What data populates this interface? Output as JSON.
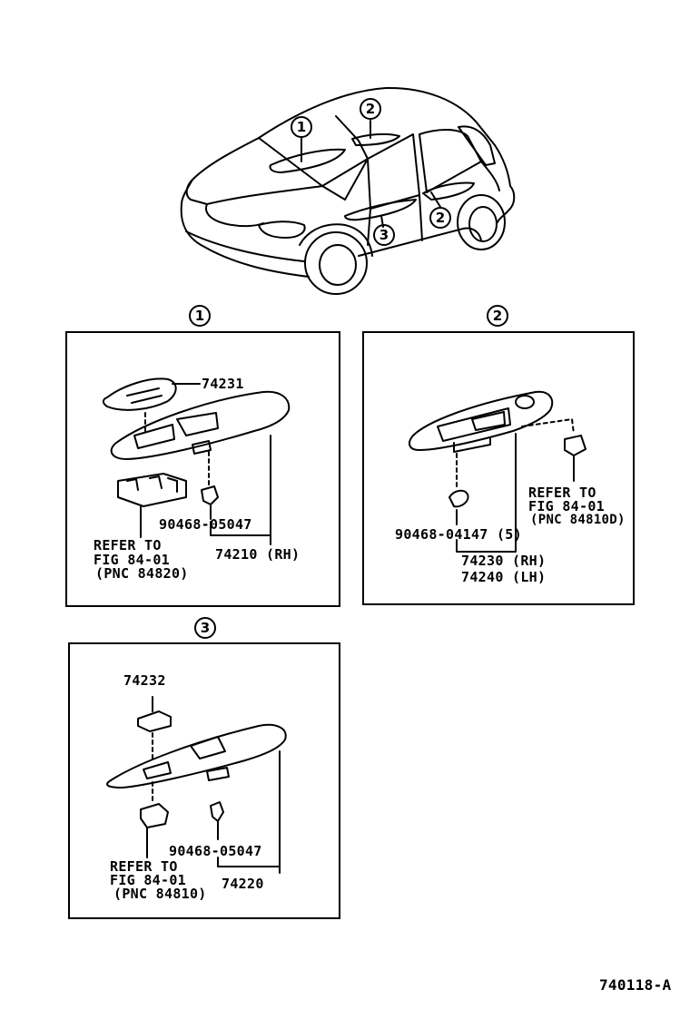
{
  "figure_code": "740118-A",
  "markers": [
    "1",
    "2",
    "3"
  ],
  "panel1": {
    "part_top": "74231",
    "fastener": "90468-05047",
    "assembly": "74210 (RH)",
    "refer": [
      "REFER TO",
      "FIG 84-01",
      "(PNC 84820)"
    ]
  },
  "panel2": {
    "fastener": "90468-04147 (5)",
    "assembly_rh": "74230 (RH)",
    "assembly_lh": "74240 (LH)",
    "refer": [
      "REFER TO",
      "FIG 84-01",
      "(PNC 84810D)"
    ]
  },
  "panel3": {
    "part_top": "74232",
    "fastener": "90468-05047",
    "assembly": "74220",
    "refer": [
      "REFER TO",
      "FIG 84-01",
      "(PNC 84810)"
    ]
  }
}
